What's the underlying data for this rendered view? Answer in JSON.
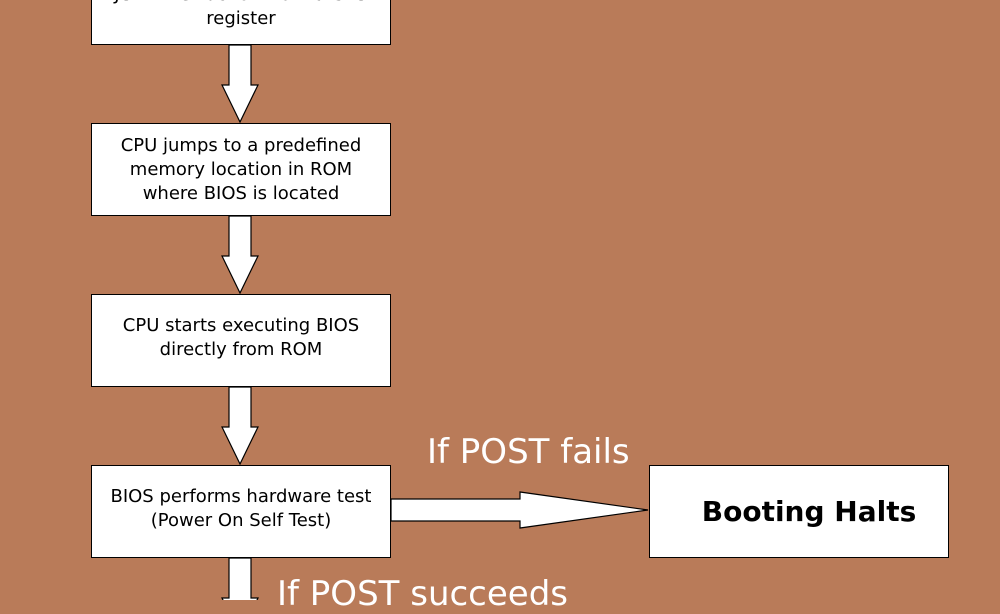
{
  "diagram": {
    "background_color": "#b97b59",
    "box_fill": "#ffffff",
    "box_stroke": "#000000",
    "arrow_fill": "#ffffff",
    "label_color": "#ffffff",
    "steps": [
      {
        "id": "step-jump-instruction",
        "text": "JUMP instruction from a CPU\nregister"
      },
      {
        "id": "step-cpu-jumps",
        "text": "CPU jumps to a predefined\nmemory location in ROM\nwhere BIOS is located"
      },
      {
        "id": "step-execute-bios",
        "text": "CPU starts executing BIOS\ndirectly from ROM"
      },
      {
        "id": "step-post",
        "text": "BIOS performs hardware test\n(Power On Self Test)"
      }
    ],
    "halt_box": {
      "text": "Booting Halts"
    },
    "labels": {
      "post_fail": "If POST fails",
      "post_success": "If POST succeeds"
    }
  }
}
